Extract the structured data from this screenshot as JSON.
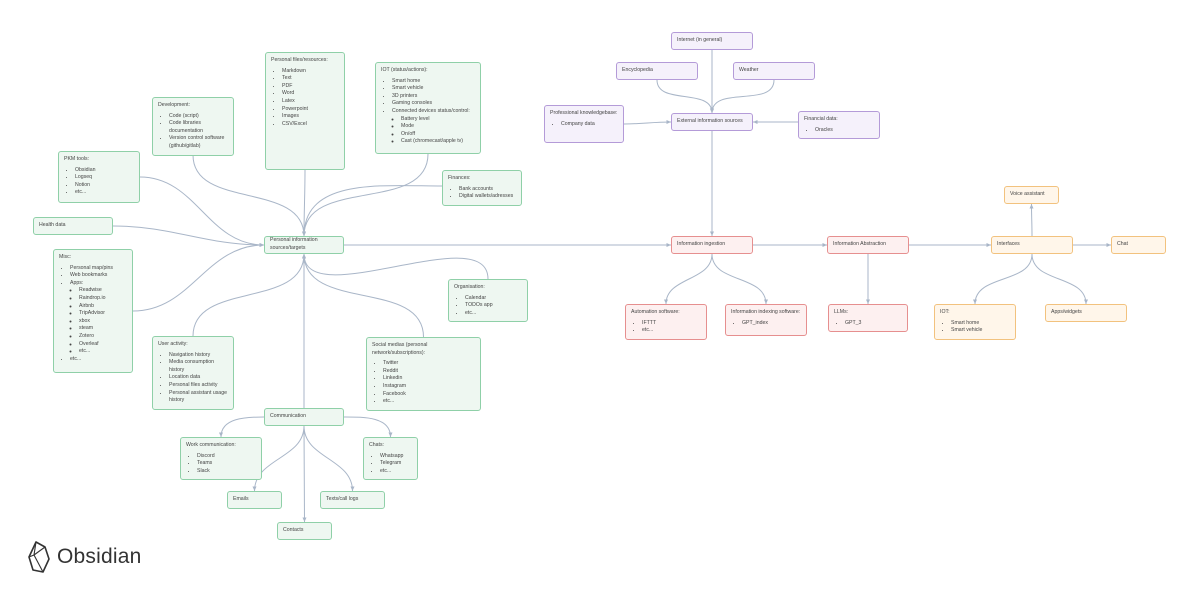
{
  "app": {
    "name": "Obsidian"
  },
  "colors": {
    "green": "#8fd0a8",
    "purple": "#b49bd8",
    "red": "#e68f8f",
    "orange": "#f2c27e",
    "edge": "#a9b6c8"
  },
  "nodes": [
    {
      "id": "personal_files",
      "color": "green",
      "title": "Personal files/resources:",
      "items": [
        {
          "text": "Markdown"
        },
        {
          "text": "Text"
        },
        {
          "text": "PDF"
        },
        {
          "text": "Word"
        },
        {
          "text": "Latex"
        },
        {
          "text": "Powerpoint"
        },
        {
          "text": "Images"
        },
        {
          "text": "CSV/Excel"
        }
      ]
    },
    {
      "id": "iot_status",
      "color": "green",
      "title": "IOT (status/actions):",
      "items": [
        {
          "text": "Smart home"
        },
        {
          "text": "Smart vehicle"
        },
        {
          "text": "3D printers"
        },
        {
          "text": "Gaming consoles"
        },
        {
          "text": "Connected devices status/control:",
          "children": [
            {
              "text": "Battery level"
            },
            {
              "text": "Mode"
            },
            {
              "text": "On/off"
            },
            {
              "text": "Cast (chromecast/apple tv)"
            }
          ]
        }
      ]
    },
    {
      "id": "development",
      "color": "green",
      "title": "Development:",
      "items": [
        {
          "text": "Code (script)"
        },
        {
          "text": "Code libraries documentation"
        },
        {
          "text": "Version control software (github/gitlab)"
        }
      ]
    },
    {
      "id": "pkm_tools",
      "color": "green",
      "title": "PKM tools:",
      "items": [
        {
          "text": "Obsidian"
        },
        {
          "text": "Logseq"
        },
        {
          "text": "Notion"
        },
        {
          "text": "etc..."
        }
      ]
    },
    {
      "id": "finances",
      "color": "green",
      "title": "Finances:",
      "items": [
        {
          "text": "Bank accounts"
        },
        {
          "text": "Digital wallets/adresses"
        }
      ]
    },
    {
      "id": "health_data",
      "color": "green",
      "title": "Health data",
      "items": []
    },
    {
      "id": "personal_info",
      "color": "green",
      "title": "Personal information sources/targets",
      "items": []
    },
    {
      "id": "misc",
      "color": "green",
      "title": "Misc:",
      "items": [
        {
          "text": "Personal map/pins"
        },
        {
          "text": "Web bookmarks"
        },
        {
          "text": "Apps:",
          "children": [
            {
              "text": "Readwise"
            },
            {
              "text": "Raindrop.io"
            },
            {
              "text": "Airbnb"
            },
            {
              "text": "TripAdvisor"
            },
            {
              "text": "xbox"
            },
            {
              "text": "steam"
            },
            {
              "text": "Zotero"
            },
            {
              "text": "Overleaf"
            },
            {
              "text": "etc..."
            }
          ]
        },
        {
          "text": "etc..."
        }
      ]
    },
    {
      "id": "organisation",
      "color": "green",
      "title": "Organisation:",
      "items": [
        {
          "text": "Calendar"
        },
        {
          "text": "TODOs app"
        },
        {
          "text": "etc..."
        }
      ]
    },
    {
      "id": "user_activity",
      "color": "green",
      "title": "User activity:",
      "items": [
        {
          "text": "Navigation history"
        },
        {
          "text": "Media consumption history"
        },
        {
          "text": "Location data"
        },
        {
          "text": "Personal files activity"
        },
        {
          "text": "Personal assistant usage history"
        }
      ]
    },
    {
      "id": "social_medias",
      "color": "green",
      "title": "Social medias (personal network/subscriptions):",
      "items": [
        {
          "text": "Twitter"
        },
        {
          "text": "Reddit"
        },
        {
          "text": "Linkedin"
        },
        {
          "text": "Instagram"
        },
        {
          "text": "Facebook"
        },
        {
          "text": "etc..."
        }
      ]
    },
    {
      "id": "communication",
      "color": "green",
      "title": "Communication",
      "items": []
    },
    {
      "id": "work_comm",
      "color": "green",
      "title": "Work communication:",
      "items": [
        {
          "text": "Discord"
        },
        {
          "text": "Teams"
        },
        {
          "text": "Slack"
        }
      ]
    },
    {
      "id": "chats",
      "color": "green",
      "title": "Chats:",
      "items": [
        {
          "text": "Whatsapp"
        },
        {
          "text": "Telegram"
        },
        {
          "text": "etc..."
        }
      ]
    },
    {
      "id": "emails",
      "color": "green",
      "title": "Emails",
      "items": []
    },
    {
      "id": "texts",
      "color": "green",
      "title": "Texts/call logs",
      "items": []
    },
    {
      "id": "contacts",
      "color": "green",
      "title": "Contacts",
      "items": []
    },
    {
      "id": "internet",
      "color": "purple",
      "title": "Internet (in general)",
      "items": []
    },
    {
      "id": "encyclopedia",
      "color": "purple",
      "title": "Encyclopedia",
      "items": []
    },
    {
      "id": "weather",
      "color": "purple",
      "title": "Weather",
      "items": []
    },
    {
      "id": "pro_kb",
      "color": "purple",
      "title": "Professional knowledgebase:",
      "items": [
        {
          "text": "Company data"
        }
      ]
    },
    {
      "id": "external",
      "color": "purple",
      "title": "External information sources",
      "items": []
    },
    {
      "id": "financial",
      "color": "purple",
      "title": "Financial data:",
      "items": [
        {
          "text": "Oracles"
        }
      ]
    },
    {
      "id": "ingestion",
      "color": "red",
      "title": "Information ingestion",
      "items": []
    },
    {
      "id": "abstraction",
      "color": "red",
      "title": "Information Abstraction",
      "items": []
    },
    {
      "id": "automation",
      "color": "red",
      "title": "Automation software:",
      "items": [
        {
          "text": "IFTTT"
        },
        {
          "text": "etc..."
        }
      ]
    },
    {
      "id": "indexing",
      "color": "red",
      "title": "Information indexing software:",
      "items": [
        {
          "text": "GPT_index"
        }
      ]
    },
    {
      "id": "llms",
      "color": "red",
      "title": "LLMs:",
      "items": [
        {
          "text": "GPT_3"
        }
      ]
    },
    {
      "id": "voice",
      "color": "orange",
      "title": "Voice assistant",
      "items": []
    },
    {
      "id": "interfaces",
      "color": "orange",
      "title": "Interfaces",
      "items": []
    },
    {
      "id": "chat",
      "color": "orange",
      "title": "Chat",
      "items": []
    },
    {
      "id": "iot_out",
      "color": "orange",
      "title": "IOT:",
      "items": [
        {
          "text": "Smart home"
        },
        {
          "text": "Smart vehicle"
        }
      ]
    },
    {
      "id": "apps_widgets",
      "color": "orange",
      "title": "Apps/widgets",
      "items": []
    }
  ],
  "edges": [
    {
      "from": "personal_files",
      "to": "personal_info"
    },
    {
      "from": "iot_status",
      "to": "personal_info"
    },
    {
      "from": "development",
      "to": "personal_info"
    },
    {
      "from": "pkm_tools",
      "to": "personal_info"
    },
    {
      "from": "finances",
      "to": "personal_info"
    },
    {
      "from": "health_data",
      "to": "personal_info"
    },
    {
      "from": "misc",
      "to": "personal_info"
    },
    {
      "from": "organisation",
      "to": "personal_info"
    },
    {
      "from": "user_activity",
      "to": "personal_info"
    },
    {
      "from": "social_medias",
      "to": "personal_info"
    },
    {
      "from": "communication",
      "to": "personal_info"
    },
    {
      "from": "communication",
      "to": "work_comm"
    },
    {
      "from": "communication",
      "to": "chats"
    },
    {
      "from": "communication",
      "to": "emails"
    },
    {
      "from": "communication",
      "to": "texts"
    },
    {
      "from": "communication",
      "to": "contacts"
    },
    {
      "from": "personal_info",
      "to": "ingestion"
    },
    {
      "from": "internet",
      "to": "external"
    },
    {
      "from": "encyclopedia",
      "to": "external"
    },
    {
      "from": "weather",
      "to": "external"
    },
    {
      "from": "pro_kb",
      "to": "external"
    },
    {
      "from": "financial",
      "to": "external"
    },
    {
      "from": "external",
      "to": "ingestion"
    },
    {
      "from": "ingestion",
      "to": "automation"
    },
    {
      "from": "ingestion",
      "to": "indexing"
    },
    {
      "from": "ingestion",
      "to": "abstraction"
    },
    {
      "from": "abstraction",
      "to": "llms"
    },
    {
      "from": "abstraction",
      "to": "interfaces"
    },
    {
      "from": "interfaces",
      "to": "voice"
    },
    {
      "from": "interfaces",
      "to": "chat"
    },
    {
      "from": "interfaces",
      "to": "iot_out"
    },
    {
      "from": "interfaces",
      "to": "apps_widgets"
    }
  ]
}
